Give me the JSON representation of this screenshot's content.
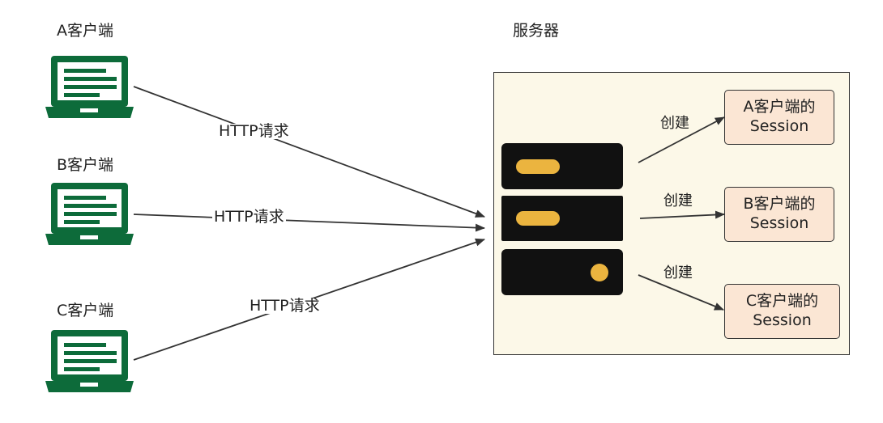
{
  "clients": [
    {
      "label": "A客户端"
    },
    {
      "label": "B客户端"
    },
    {
      "label": "C客户端"
    }
  ],
  "server": {
    "label": "服务器"
  },
  "requests": [
    {
      "label": "HTTP请求"
    },
    {
      "label": "HTTP请求"
    },
    {
      "label": "HTTP请求"
    }
  ],
  "sessions": [
    {
      "line1": "A客户端的",
      "line2": "Session",
      "action": "创建"
    },
    {
      "line1": "B客户端的",
      "line2": "Session",
      "action": "创建"
    },
    {
      "line1": "C客户端的",
      "line2": "Session",
      "action": "创建"
    }
  ],
  "colors": {
    "client_icon": "#0d6b3a",
    "server_rack": "#111111",
    "indicator": "#ebb43f",
    "session_fill": "#fbe6d4",
    "server_frame_fill": "#fcf8e8"
  }
}
